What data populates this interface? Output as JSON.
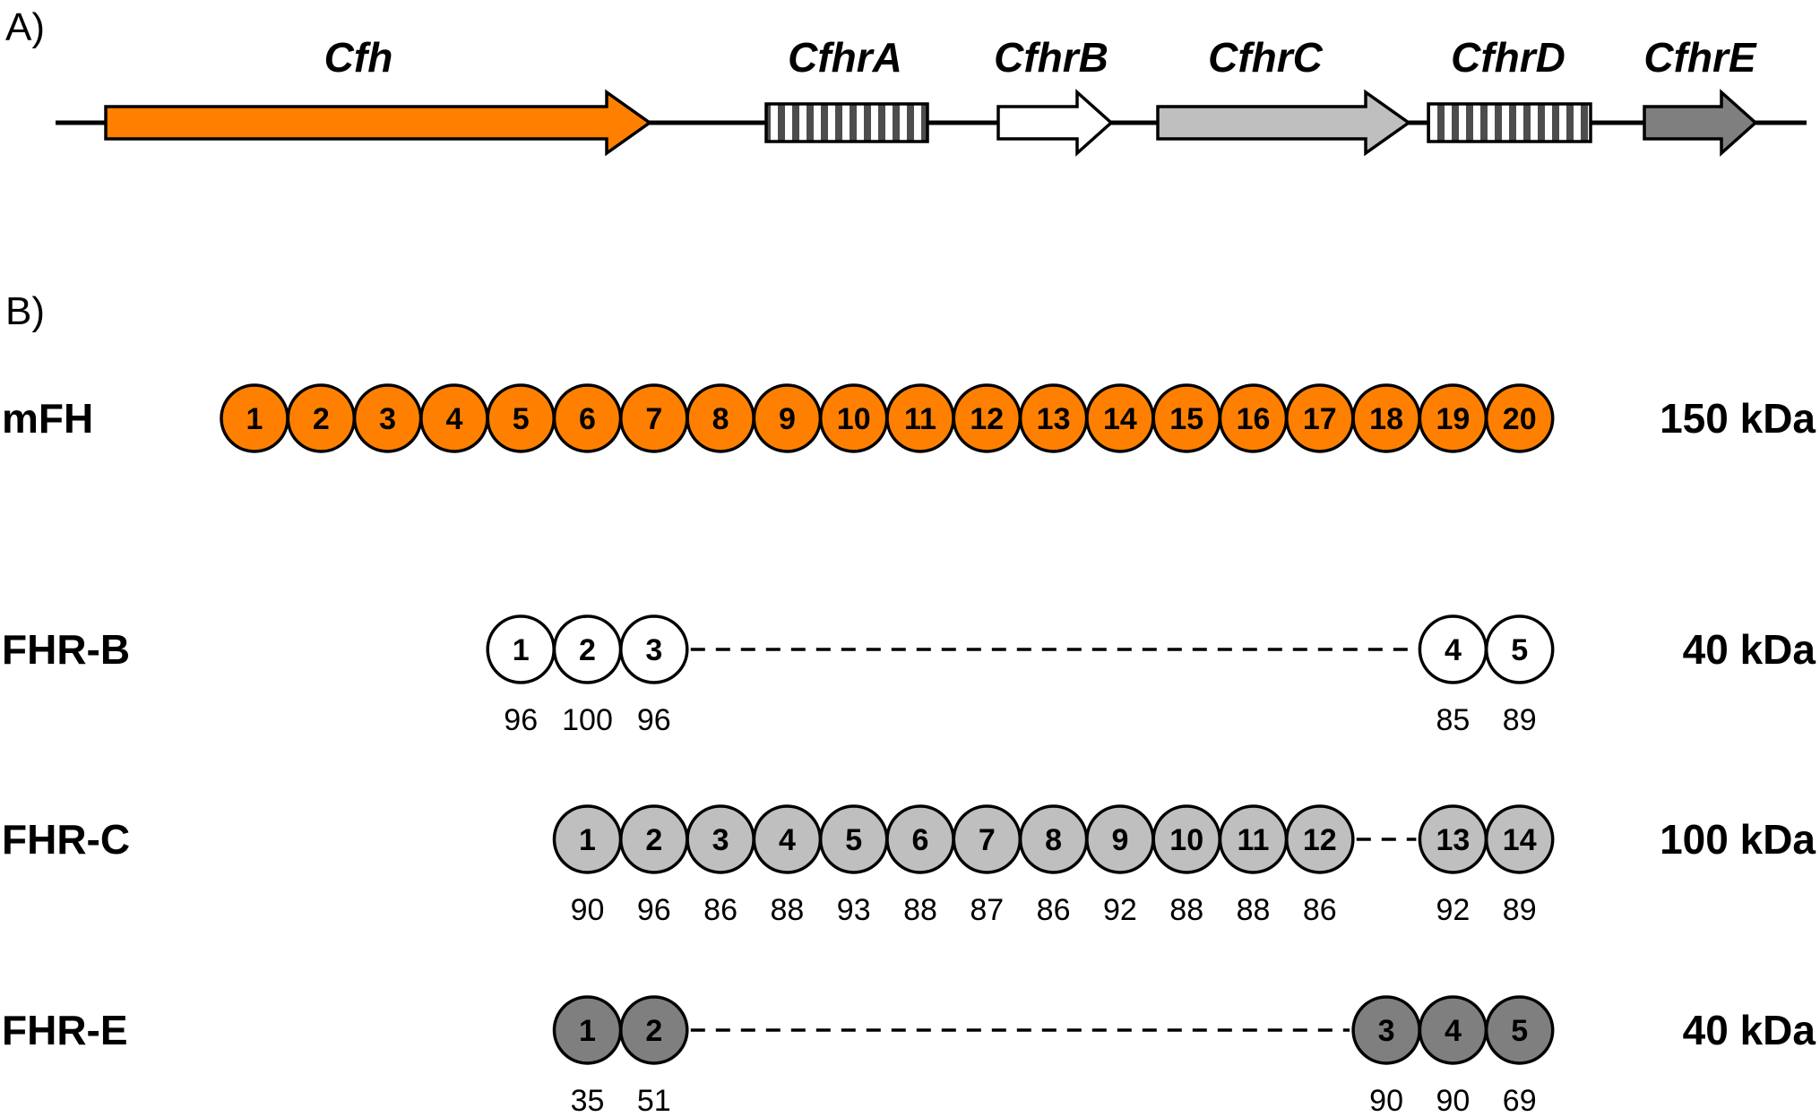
{
  "panel_a": {
    "label": "A)",
    "genes": [
      {
        "name": "Cfh",
        "style": "arrow",
        "fill": "#FF8000"
      },
      {
        "name": "CfhrA",
        "style": "striped-box",
        "fill": "#ffffff"
      },
      {
        "name": "CfhrB",
        "style": "arrow",
        "fill": "#ffffff"
      },
      {
        "name": "CfhrC",
        "style": "arrow",
        "fill": "#BFBFBF"
      },
      {
        "name": "CfhrD",
        "style": "striped-box",
        "fill": "#ffffff"
      },
      {
        "name": "CfhrE",
        "style": "arrow",
        "fill": "#7F7F7F"
      }
    ]
  },
  "panel_b": {
    "label": "B)",
    "proteins": [
      {
        "name": "mFH",
        "size": "150 kDa",
        "fill": "#FF8000",
        "domains": [
          "1",
          "2",
          "3",
          "4",
          "5",
          "6",
          "7",
          "8",
          "9",
          "10",
          "11",
          "12",
          "13",
          "14",
          "15",
          "16",
          "17",
          "18",
          "19",
          "20"
        ],
        "identities": []
      },
      {
        "name": "FHR-B",
        "size": "40 kDa",
        "fill": "#ffffff",
        "domains": [
          "1",
          "2",
          "3",
          "4",
          "5"
        ],
        "identities": [
          "96",
          "100",
          "96",
          "85",
          "89"
        ]
      },
      {
        "name": "FHR-C",
        "size": "100 kDa",
        "fill": "#BFBFBF",
        "domains": [
          "1",
          "2",
          "3",
          "4",
          "5",
          "6",
          "7",
          "8",
          "9",
          "10",
          "11",
          "12",
          "13",
          "14"
        ],
        "identities": [
          "90",
          "96",
          "86",
          "88",
          "93",
          "88",
          "87",
          "86",
          "92",
          "88",
          "88",
          "86",
          "92",
          "89"
        ]
      },
      {
        "name": "FHR-E",
        "size": "40 kDa",
        "fill": "#7F7F7F",
        "domains": [
          "1",
          "2",
          "3",
          "4",
          "5"
        ],
        "identities": [
          "35",
          "51",
          "90",
          "90",
          "69"
        ]
      }
    ]
  }
}
